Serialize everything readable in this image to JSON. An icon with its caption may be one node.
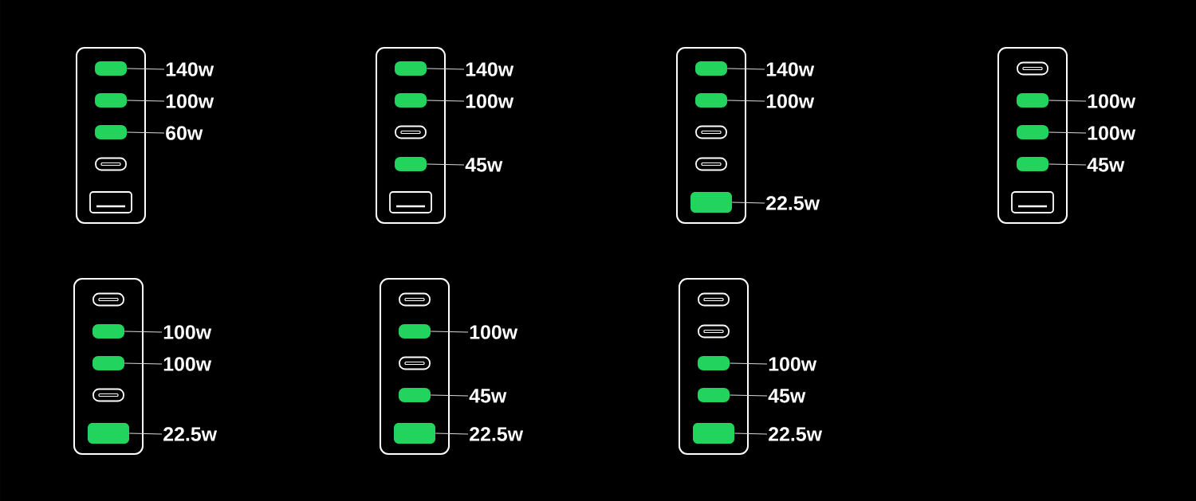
{
  "diagram": {
    "nodes": [
      {
        "text": [],
        "shape": "box"
      },
      {
        "text": [],
        "shape": "bar",
        "in": 0
      },
      {
        "text": [],
        "shape": "bar",
        "in": 0
      },
      {
        "text": [],
        "shape": "bar",
        "in": 0
      },
      {
        "text": [],
        "shape": "bar",
        "in": 0
      },
      {
        "text": [],
        "shape": "box",
        "in": 0
      },
      {
        "text": [
          "140w"
        ]
      },
      {
        "text": [
          "100w"
        ]
      },
      {
        "text": [
          "60w"
        ]
      },
      {
        "text": [],
        "shape": "box"
      },
      {
        "text": [],
        "shape": "bar",
        "in": 9
      },
      {
        "text": [],
        "shape": "bar",
        "in": 9
      },
      {
        "text": [],
        "shape": "bar",
        "in": 9
      },
      {
        "text": [],
        "shape": "bar",
        "in": 9
      },
      {
        "text": [],
        "shape": "box",
        "in": 9
      },
      {
        "text": [
          "140w"
        ]
      },
      {
        "text": [
          "100w"
        ]
      },
      {
        "text": [
          "45w"
        ]
      },
      {
        "text": [],
        "shape": "box"
      },
      {
        "text": [],
        "shape": "bar",
        "in": 18
      },
      {
        "text": [],
        "shape": "bar",
        "in": 18
      },
      {
        "text": [],
        "shape": "bar",
        "in": 18
      },
      {
        "text": [],
        "shape": "bar",
        "in": 18
      },
      {
        "text": [],
        "shape": "box",
        "in": 18
      },
      {
        "text": [
          "140w"
        ]
      },
      {
        "text": [
          "100w"
        ]
      },
      {
        "text": [
          "22.5w"
        ]
      },
      {
        "text": [],
        "shape": "box"
      },
      {
        "text": [],
        "shape": "bar",
        "in": 27
      },
      {
        "text": [],
        "shape": "bar",
        "in": 27
      },
      {
        "text": [],
        "shape": "bar",
        "in": 27
      },
      {
        "text": [],
        "shape": "bar",
        "in": 27
      },
      {
        "text": [],
        "shape": "box",
        "in": 27
      },
      {
        "text": [
          "100w"
        ]
      },
      {
        "text": [
          "100w"
        ]
      },
      {
        "text": [
          "45w"
        ]
      },
      {
        "text": [],
        "shape": "box"
      },
      {
        "text": [],
        "shape": "bar",
        "in": 36
      },
      {
        "text": [],
        "shape": "bar",
        "in": 36
      },
      {
        "text": [],
        "shape": "bar",
        "in": 36
      },
      {
        "text": [],
        "shape": "bar",
        "in": 36
      },
      {
        "text": [],
        "shape": "box",
        "in": 36
      },
      {
        "text": [
          "100w"
        ]
      },
      {
        "text": [
          "100w"
        ]
      },
      {
        "text": [
          "22.5w"
        ]
      },
      {
        "text": [],
        "shape": "box"
      },
      {
        "text": [],
        "shape": "bar",
        "in": 45
      },
      {
        "text": [],
        "shape": "bar",
        "in": 45
      },
      {
        "text": [],
        "shape": "bar",
        "in": 45
      },
      {
        "text": [],
        "shape": "bar",
        "in": 45
      },
      {
        "text": [],
        "shape": "box",
        "in": 45
      },
      {
        "text": [
          "100w"
        ]
      },
      {
        "text": [
          "45w"
        ]
      },
      {
        "text": [
          "22.5w"
        ]
      },
      {
        "text": [],
        "shape": "box"
      },
      {
        "text": [],
        "shape": "bar",
        "in": 54
      },
      {
        "text": [],
        "shape": "bar",
        "in": 54
      },
      {
        "text": [],
        "shape": "bar",
        "in": 54
      },
      {
        "text": [],
        "shape": "bar",
        "in": 54
      },
      {
        "text": [],
        "shape": "box",
        "in": 54
      },
      {
        "text": [
          "100w"
        ]
      },
      {
        "text": [
          "45w"
        ]
      },
      {
        "text": [
          "22.5w"
        ]
      }
    ],
    "edges": [
      {
        "from": 6,
        "to": 1,
        "arrow": "none"
      },
      {
        "from": 7,
        "to": 2,
        "arrow": "none"
      },
      {
        "from": 8,
        "to": 3,
        "arrow": "none"
      },
      {
        "from": 15,
        "to": 10,
        "arrow": "none"
      },
      {
        "from": 16,
        "to": 11,
        "arrow": "none"
      },
      {
        "from": 17,
        "to": 13,
        "arrow": "none"
      },
      {
        "from": 24,
        "to": 19,
        "arrow": "none"
      },
      {
        "from": 25,
        "to": 20,
        "arrow": "none"
      },
      {
        "from": 26,
        "to": 23,
        "arrow": "none"
      },
      {
        "from": 33,
        "to": 29,
        "arrow": "none"
      },
      {
        "from": 34,
        "to": 30,
        "arrow": "none"
      },
      {
        "from": 35,
        "to": 31,
        "arrow": "none"
      },
      {
        "from": 42,
        "to": 38,
        "arrow": "none"
      },
      {
        "from": 43,
        "to": 39,
        "arrow": "none"
      },
      {
        "from": 44,
        "to": 41,
        "arrow": "none"
      },
      {
        "from": 51,
        "to": 47,
        "arrow": "none"
      },
      {
        "from": 52,
        "to": 49,
        "arrow": "none"
      },
      {
        "from": 53,
        "to": 50,
        "arrow": "none"
      },
      {
        "from": 60,
        "to": 57,
        "arrow": "none"
      },
      {
        "from": 61,
        "to": 58,
        "arrow": "none"
      },
      {
        "from": 62,
        "to": 59,
        "arrow": "none"
      }
    ]
  }
}
